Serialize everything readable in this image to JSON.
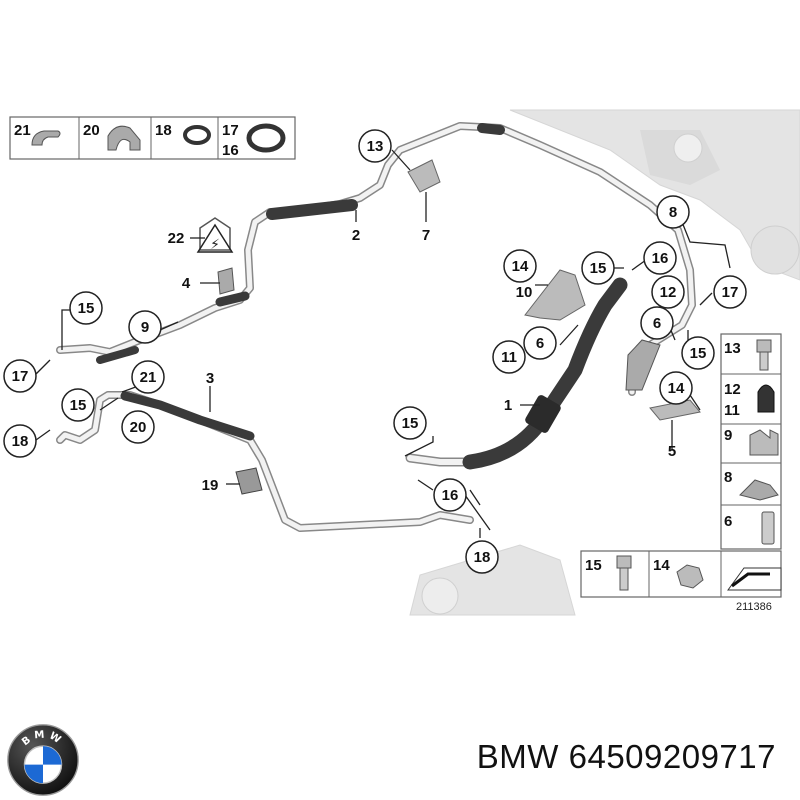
{
  "legend_top": [
    {
      "num": "21",
      "icon": "clip-icon"
    },
    {
      "num": "20",
      "icon": "clamp-icon"
    },
    {
      "num": "18",
      "icon": "o-ring-icon"
    },
    {
      "num": "17",
      "num2": "16",
      "icon": "seal-ring-icon"
    }
  ],
  "legend_right": [
    {
      "num": "13",
      "icon": "bolt-icon"
    },
    {
      "num": "12",
      "num2": "11",
      "icon": "cap-icon"
    },
    {
      "num": "9",
      "icon": "bracket-clip-icon"
    },
    {
      "num": "8",
      "icon": "holder-icon"
    },
    {
      "num": "6",
      "icon": "sleeve-icon"
    }
  ],
  "legend_bottom": [
    {
      "num": "15",
      "icon": "screw-icon"
    },
    {
      "num": "14",
      "icon": "hex-nut-icon"
    }
  ],
  "callouts": {
    "c1": "1",
    "c2": "2",
    "c3": "3",
    "c4": "4",
    "c5": "5",
    "c6a": "6",
    "c6b": "6",
    "c7": "7",
    "c8": "8",
    "c9": "9",
    "c10": "10",
    "c11": "11",
    "c12": "12",
    "c13": "13",
    "c14a": "14",
    "c14b": "14",
    "c15a": "15",
    "c15b": "15",
    "c15c": "15",
    "c15d": "15",
    "c15e": "15",
    "c16a": "16",
    "c16b": "16",
    "c17a": "17",
    "c17b": "17",
    "c18a": "18",
    "c18b": "18",
    "c19": "19",
    "c20": "20",
    "c21": "21",
    "c22": "22"
  },
  "diagram_number": "211386",
  "brand_logo_letters": "BMW",
  "caption": "BMW 64509209717",
  "colors": {
    "hose": "#3a3a3a",
    "pipe": "#e8e8e8",
    "engine": "#d8d8d8",
    "bmw_blue": "#1c69d4"
  }
}
